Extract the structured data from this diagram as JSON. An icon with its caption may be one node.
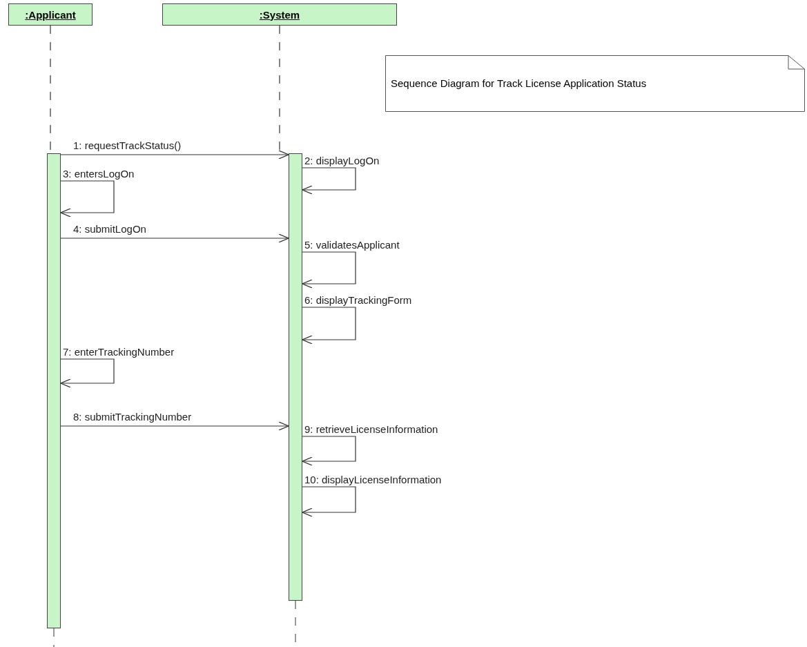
{
  "diagram": {
    "nodes": [
      {
        "text": [
          ":Applicant"
        ]
      },
      {
        "text": [
          ":System"
        ]
      },
      {
        "text": [
          "Sequence Diagram for Track License Application Status"
        ]
      },
      {
        "text": [],
        "shape": "bar"
      },
      {
        "text": [],
        "shape": "bar"
      }
    ],
    "edges": [
      {
        "from": 0,
        "to": 3,
        "arrow": "none",
        "style": "dashed"
      },
      {
        "from": 1,
        "to": 4,
        "arrow": "none",
        "style": "dashed"
      },
      {
        "from": 3,
        "to": 4,
        "arrow": "to",
        "label": "1: requestTrackStatus()"
      },
      {
        "from": 4,
        "to": 4,
        "arrow": "to",
        "label": "2: displayLogOn"
      },
      {
        "from": 3,
        "to": 3,
        "arrow": "to",
        "label": "3: entersLogOn"
      },
      {
        "from": 3,
        "to": 4,
        "arrow": "to",
        "label": "4: submitLogOn"
      },
      {
        "from": 4,
        "to": 4,
        "arrow": "to",
        "label": "5: validatesApplicant"
      },
      {
        "from": 4,
        "to": 4,
        "arrow": "to",
        "label": "6: displayTrackingForm"
      },
      {
        "from": 3,
        "to": 3,
        "arrow": "to",
        "label": "7: enterTrackingNumber"
      },
      {
        "from": 3,
        "to": 4,
        "arrow": "to",
        "label": "8: submitTrackingNumber"
      },
      {
        "from": 4,
        "to": 4,
        "arrow": "to",
        "label": "9: retrieveLicenseInformation"
      },
      {
        "from": 4,
        "to": 4,
        "arrow": "to",
        "label": "10: displayLicenseInformation"
      }
    ]
  }
}
